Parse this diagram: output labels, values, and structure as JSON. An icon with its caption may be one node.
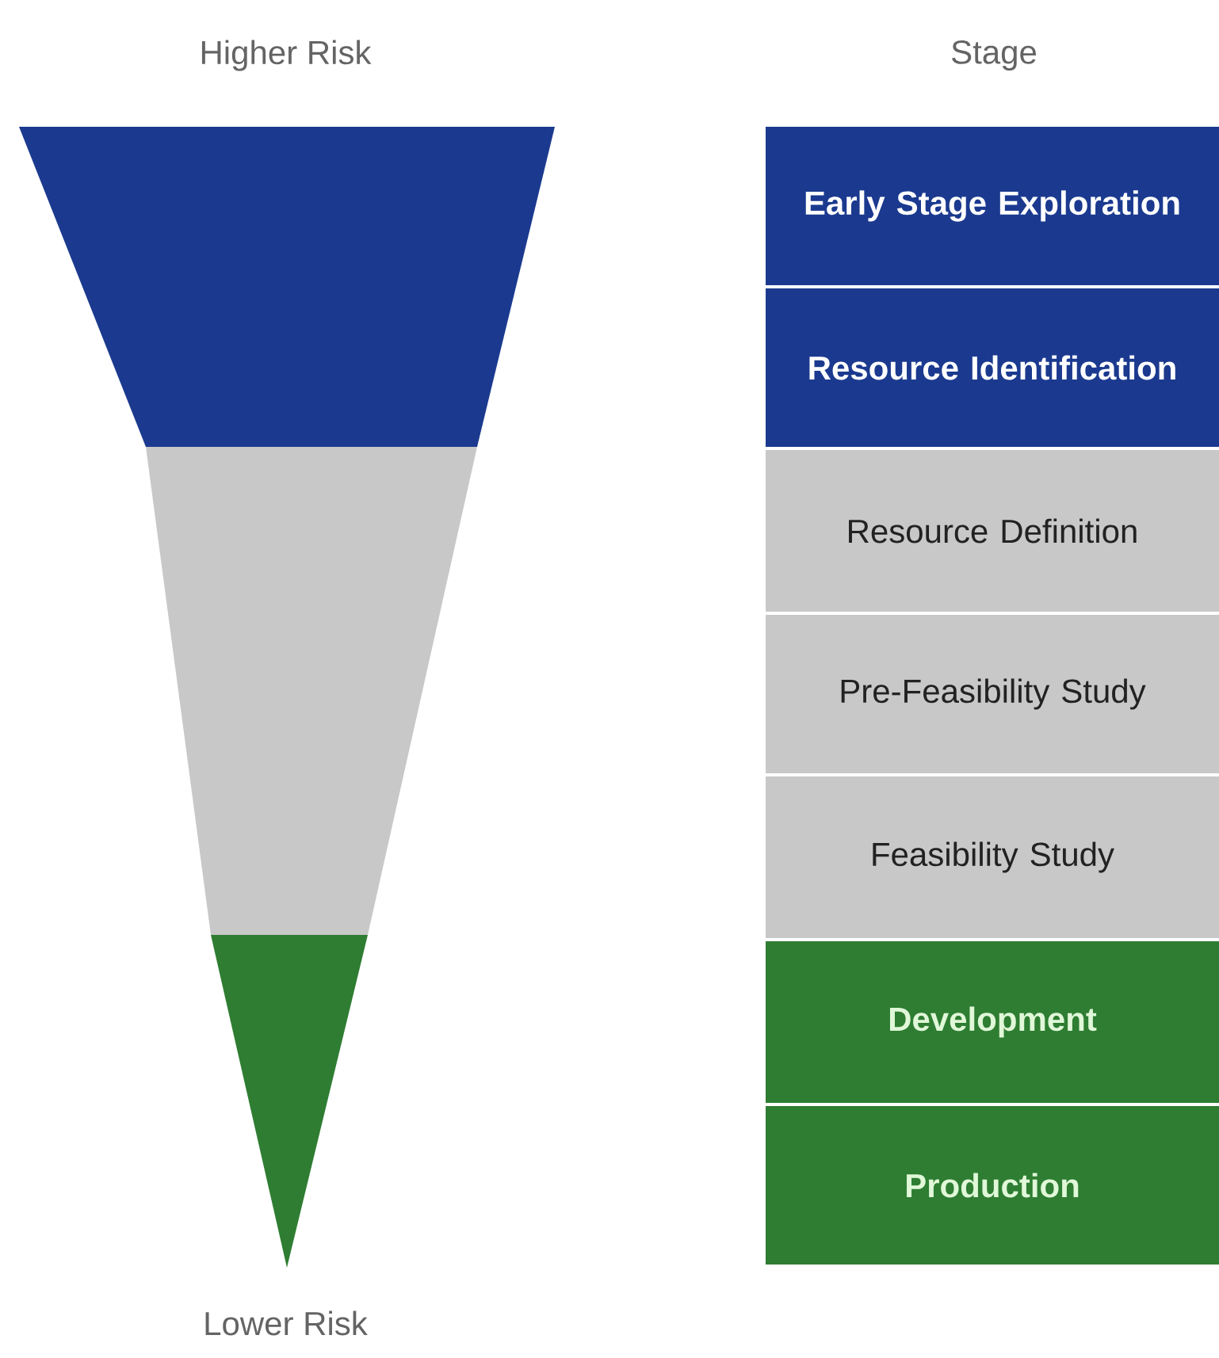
{
  "diagram": {
    "nodes": [
      {
        "text": [
          "Early Stage Exploration"
        ]
      },
      {
        "text": [
          "Resource Identification"
        ]
      },
      {
        "text": [
          "Resource Definition"
        ]
      },
      {
        "text": [
          "Pre-Feasibility Study"
        ]
      },
      {
        "text": [
          "Feasibility Study"
        ]
      },
      {
        "text": [
          "Development"
        ]
      },
      {
        "text": [
          "Production"
        ]
      }
    ],
    "labels": [
      "Higher Risk",
      "Stage",
      "Lower Risk"
    ]
  }
}
